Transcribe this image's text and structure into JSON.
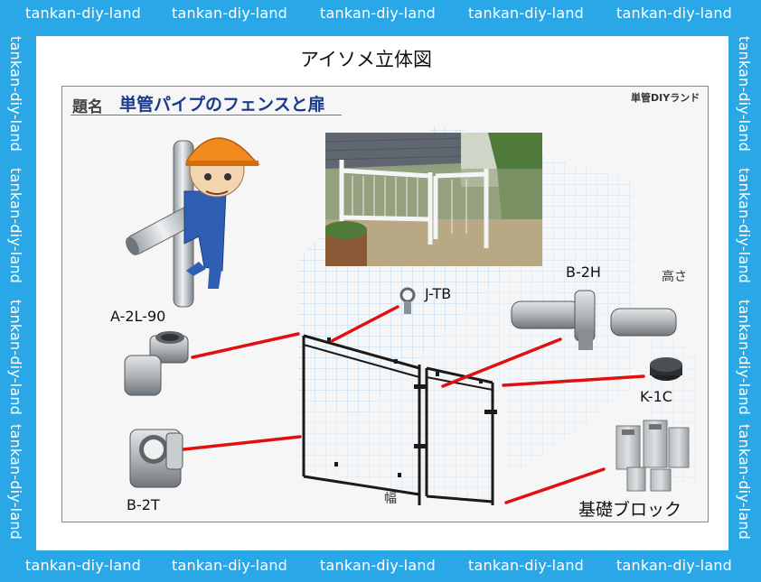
{
  "watermark": "tankan-diy-land",
  "heading": "アイソメ立体図",
  "sheet": {
    "title_label": "題名",
    "title_value": "単管パイプのフェンスと扉",
    "brand": "単管DIYランド"
  },
  "parts": {
    "a2l90": "A-2L-90",
    "jtb": "J-TB",
    "b2h": "B-2H",
    "k1c": "K-1C",
    "b2t": "B-2T",
    "block": "基礎ブロック"
  },
  "dims": {
    "height": "高さ",
    "width": "幅"
  },
  "colors": {
    "frame": "#2aa7e6",
    "pointer": "#e01010",
    "title": "#1b3a8a",
    "grid": "#a9cfee"
  }
}
